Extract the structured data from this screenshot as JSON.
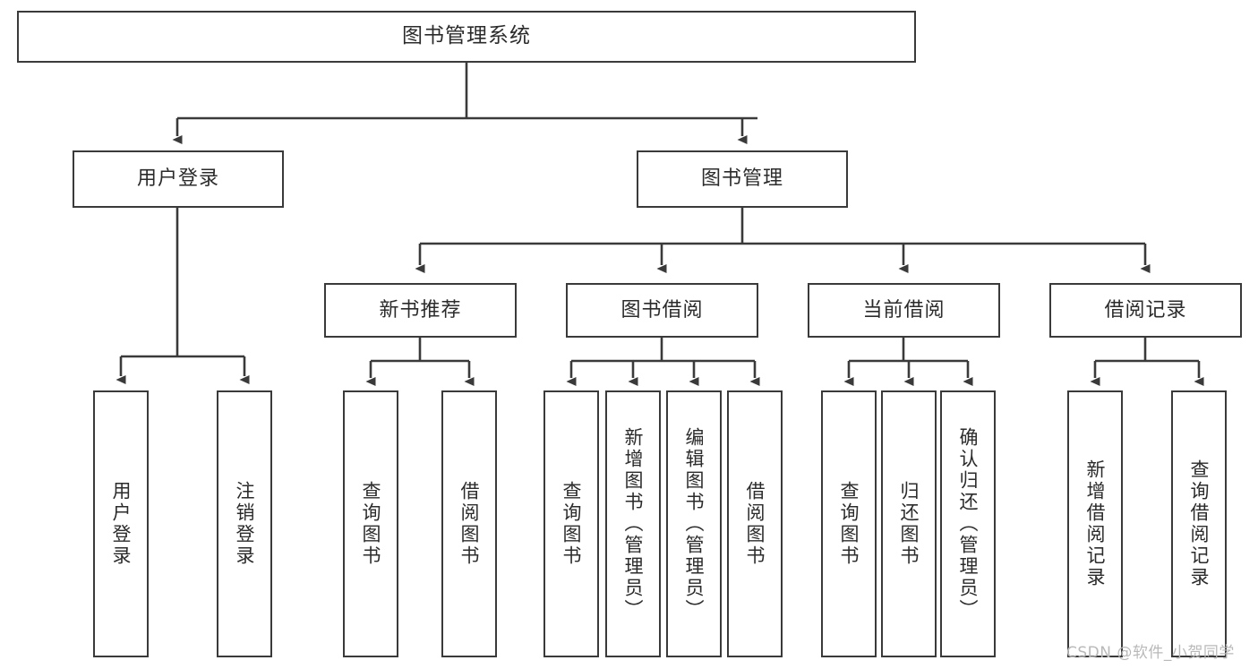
{
  "diagram": {
    "title": "图书管理系统",
    "watermark": "CSDN @软件_小贺同学",
    "line_color": "#3a3a3a",
    "box_fill": "#ffffff",
    "text_color": "#2b2b2b",
    "root": {
      "label": "图书管理系统"
    },
    "level1": [
      {
        "label": "用户登录"
      },
      {
        "label": "图书管理"
      }
    ],
    "level2": [
      {
        "label": "新书推荐"
      },
      {
        "label": "图书借阅"
      },
      {
        "label": "当前借阅"
      },
      {
        "label": "借阅记录"
      }
    ],
    "leaves": {
      "user_login": [
        {
          "label": "用户登录"
        },
        {
          "label": "注销登录"
        }
      ],
      "new_book_recommend": [
        {
          "label": "查询图书"
        },
        {
          "label": "借阅图书"
        }
      ],
      "book_borrow": [
        {
          "label": "查询图书"
        },
        {
          "label": "新增图书（管理员）"
        },
        {
          "label": "编辑图书（管理员）"
        },
        {
          "label": "借阅图书"
        }
      ],
      "current_borrow": [
        {
          "label": "查询图书"
        },
        {
          "label": "归还图书"
        },
        {
          "label": "确认归还（管理员）"
        }
      ],
      "borrow_record": [
        {
          "label": "新增借阅记录"
        },
        {
          "label": "查询借阅记录"
        }
      ]
    }
  }
}
